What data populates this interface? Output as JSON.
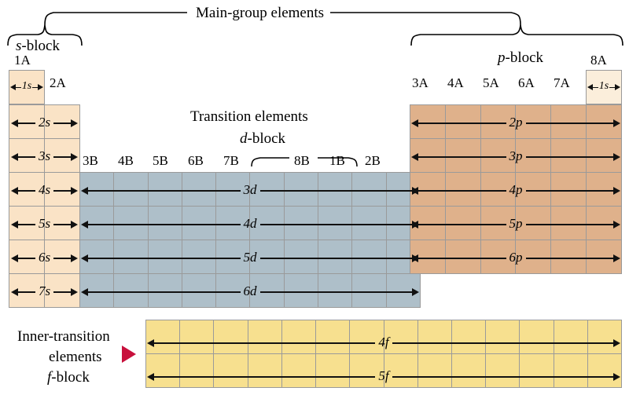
{
  "diagram": {
    "title": "Periodic table orbital blocks",
    "top_label": "Main-group elements",
    "transition_label_line1": "Transition elements",
    "transition_label_line2": "d-block",
    "inner_transition_line1": "Inner-transition",
    "inner_transition_line2": "elements",
    "inner_transition_line3": "f-block",
    "marker_icon": "right-triangle-icon"
  },
  "blocks": {
    "s": {
      "label": "s-block",
      "columns": 2,
      "rows": 7
    },
    "p": {
      "label": "p-block",
      "columns": 6,
      "rows": 5
    },
    "d": {
      "label": "d-block",
      "columns": 10,
      "rows": 4
    },
    "f": {
      "label": "f-block",
      "columns": 14,
      "rows": 2
    },
    "he": {
      "label": "1s",
      "columns": 1,
      "rows": 1
    }
  },
  "group_labels": {
    "main_a": [
      "1A",
      "2A",
      "3A",
      "4A",
      "5A",
      "6A",
      "7A",
      "8A"
    ],
    "transition_b": [
      "3B",
      "4B",
      "5B",
      "6B",
      "7B",
      "8B",
      "1B",
      "2B"
    ]
  },
  "orbitals": {
    "s": [
      "1s",
      "2s",
      "3s",
      "4s",
      "5s",
      "6s",
      "7s"
    ],
    "p": [
      "2p",
      "3p",
      "4p",
      "5p",
      "6p"
    ],
    "d": [
      "3d",
      "4d",
      "5d",
      "6d"
    ],
    "f": [
      "4f",
      "5f"
    ],
    "helium": "1s"
  },
  "colors": {
    "s_block": "#fae3c6",
    "p_block": "#dfb18b",
    "d_block": "#aebfc9",
    "f_block": "#f7e08f",
    "helium": "#fbeedb",
    "grid_line": "#9a9a9a",
    "arrow": "#111111",
    "marker_red": "#c8103c"
  }
}
